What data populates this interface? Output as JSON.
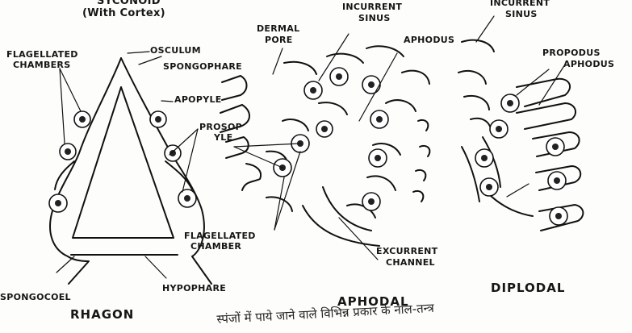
{
  "labels": {
    "syconoid_title": "SYCONOID",
    "syconoid_subtitle": "(With Cortex)",
    "flagellated_chambers": [
      "FLAGELLATED",
      "CHAMBERS"
    ],
    "osculum": "OSCULUM",
    "spongophare": "SPONGOPHARE",
    "apopyle": "APOPYLE",
    "prosopyle": [
      "PROSOP",
      "YLE"
    ],
    "spongocoel": "SPONGOCOEL",
    "hypophare": "HYPOPHARE",
    "rhagon": "RHAGON",
    "dermal_pore": [
      "DERMAL",
      "PORE"
    ],
    "incurrent_sinus_1": [
      "INCURRENT",
      "SINUS"
    ],
    "aphodus_1": "APHODUS",
    "flagellated_chamber": [
      "FLAGELLATED",
      "CHAMBER"
    ],
    "excurrent_channel": [
      "EXCURRENT",
      "CHANNEL"
    ],
    "aphodal": "APHODAL",
    "incurrent_sinus_2": [
      "INCURRENT",
      "SINUS"
    ],
    "propodus": "PROPODUS",
    "aphodus_2": "APHODUS",
    "diplodal": "DIPLODAL"
  },
  "caption": "स्पंजों में पाये जाने वाले विभिन्न प्रकार के नाल-तन्त्र"
}
